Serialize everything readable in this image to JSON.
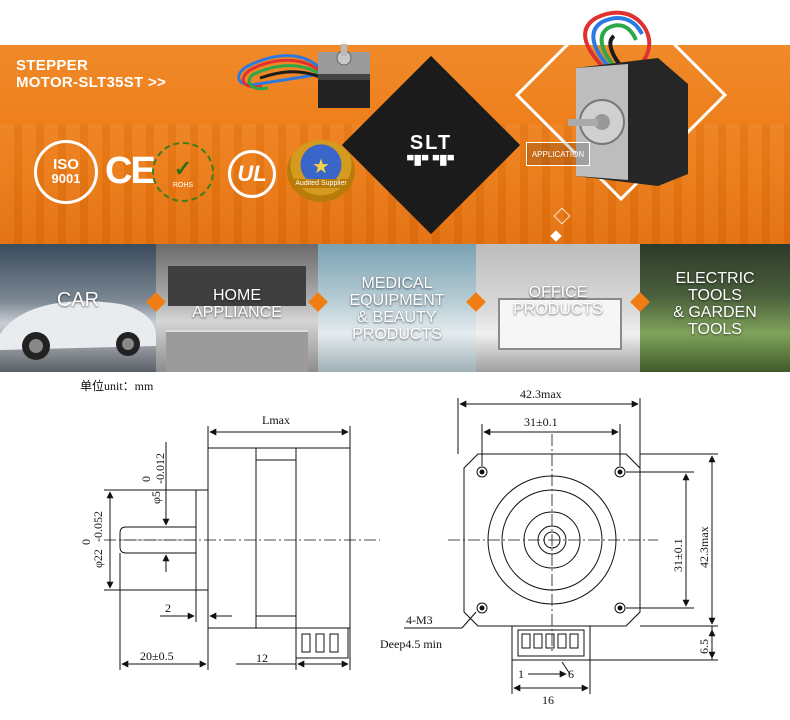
{
  "banner": {
    "title_line1": "STEPPER",
    "title_line2": "MOTOR-SLT35ST >>",
    "brand": "SLT",
    "application_label": "APPLICATION",
    "certifications": {
      "iso_top": "ISO",
      "iso_bottom": "9001",
      "ce": "CE",
      "rohs": "ROHS",
      "ul": "UL",
      "audited": "Audited Supplier"
    },
    "colors": {
      "orange": "#ec7a14",
      "dark": "#1b1b1b",
      "white": "#ffffff"
    }
  },
  "applications": [
    {
      "line1": "CAR",
      "line2": "",
      "line3": "",
      "line4": ""
    },
    {
      "line1": "HOME",
      "line2": "APPLIANCE",
      "line3": "",
      "line4": ""
    },
    {
      "line1": "MEDICAL",
      "line2": "EQUIPMENT",
      "line3": "& BEAUTY",
      "line4": "PRODUCTS"
    },
    {
      "line1": "OFFICE",
      "line2": "PRODUCTS",
      "line3": "",
      "line4": ""
    },
    {
      "line1": "ELECTRIC",
      "line2": "TOOLS",
      "line3": "& GARDEN",
      "line4": "TOOLS"
    }
  ],
  "drawing": {
    "unit": "单位unit：mm",
    "side": {
      "lmax": "Lmax",
      "shaft_dia": "φ5",
      "shaft_tol_upper": "0",
      "shaft_tol_lower": "-0.012",
      "boss_dia": "φ22",
      "boss_tol_upper": "0",
      "boss_tol_lower": "-0.052",
      "boss_len": "2",
      "shaft_len": "20±0.5",
      "connector_len": "12"
    },
    "front": {
      "width_max": "42.3max",
      "hole_spacing_h": "31±0.1",
      "hole_spacing_v": "31±0.1",
      "height_max": "42.3max",
      "holes": "4-M3",
      "depth": "Deep4.5 min",
      "pins_start": "1",
      "pins_end": "6",
      "connector_width": "16",
      "connector_height": "6.5"
    }
  }
}
